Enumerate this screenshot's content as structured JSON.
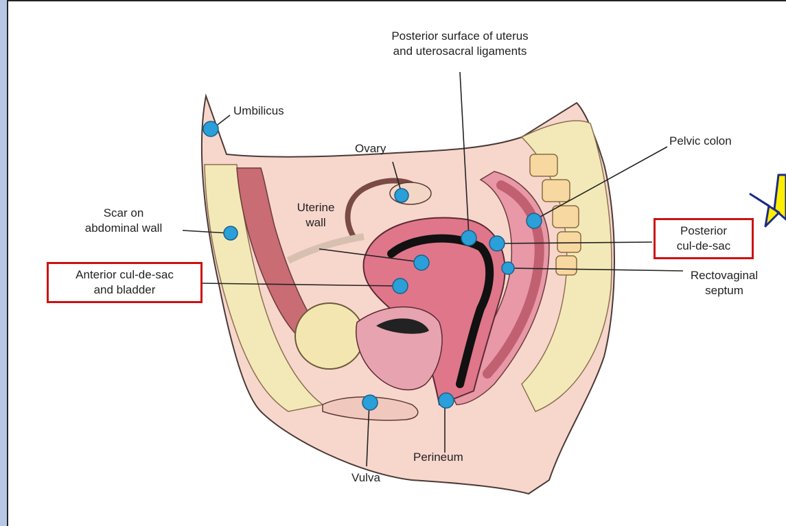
{
  "labels": {
    "posterior_surface": "Posterior surface of uterus\nand uterosacral ligaments",
    "umbilicus": "Umbilicus",
    "ovary": "Ovary",
    "pelvic_colon": "Pelvic colon",
    "scar": "Scar on\nabdominal wall",
    "uterine_wall": "Uterine\nwall",
    "posterior_cul_de_sac": "Posterior\ncul-de-sac",
    "anterior_cul_de_sac": "Anterior cul-de-sac\nand bladder",
    "rectovaginal_septum": "Rectovaginal\nseptum",
    "perineum": "Perineum",
    "vulva": "Vulva"
  },
  "colors": {
    "marker": "#2a9fd8",
    "highlight_box": "#cc1111",
    "star": "#ffee00",
    "tissue": "#f5c9bf",
    "fat": "#f3e9b8",
    "uterus": "#e0768a"
  }
}
